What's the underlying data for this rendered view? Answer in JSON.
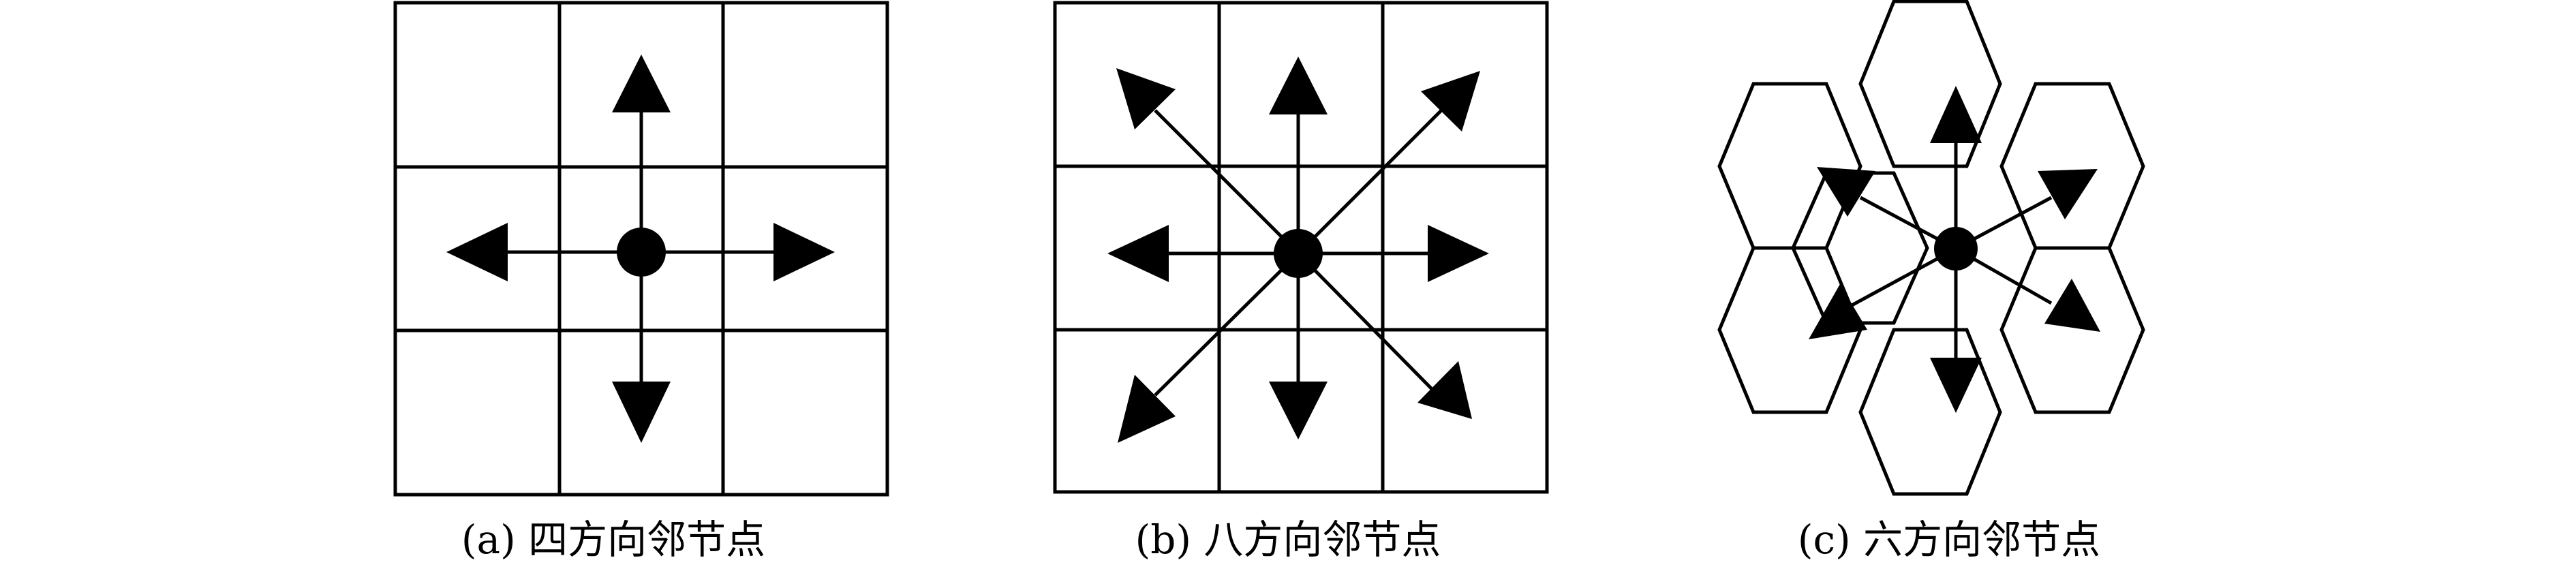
{
  "captions": {
    "a": "(a) 四方向邻节点",
    "b": "(b) 八方向邻节点",
    "c": "(c) 六方向邻节点"
  },
  "colors": {
    "stroke": "#000000",
    "background": "#ffffff"
  },
  "panels": {
    "a": {
      "grid": "square-3x3",
      "directions": [
        "up",
        "down",
        "left",
        "right"
      ]
    },
    "b": {
      "grid": "square-3x3",
      "directions": [
        "up",
        "down",
        "left",
        "right",
        "up-left",
        "up-right",
        "down-left",
        "down-right"
      ]
    },
    "c": {
      "grid": "hexagonal",
      "directions": [
        "up",
        "down",
        "upper-left",
        "upper-right",
        "lower-left",
        "lower-right"
      ]
    }
  }
}
